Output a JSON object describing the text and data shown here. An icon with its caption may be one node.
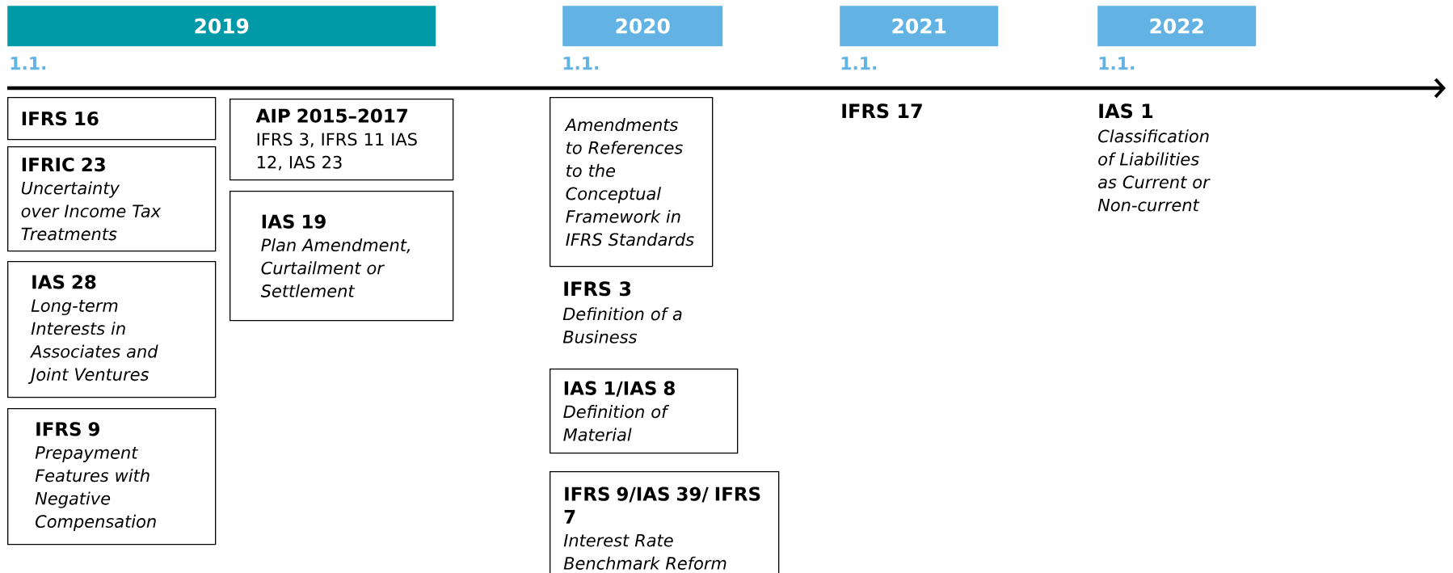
{
  "diagram": {
    "nodes": [
      {
        "text": [
          "2019"
        ],
        "beside": [
          "1.1."
        ]
      },
      {
        "text": [
          "2020"
        ],
        "beside": [
          "1.1."
        ]
      },
      {
        "text": [
          "2021"
        ],
        "beside": [
          "1.1."
        ]
      },
      {
        "text": [
          "2022"
        ],
        "beside": [
          "1.1."
        ]
      },
      {
        "text": [
          "IFRS 16"
        ]
      },
      {
        "text": [
          "IFRIC 23",
          "Uncertainty over Income Tax Treatments"
        ]
      },
      {
        "text": [
          "IAS 28",
          "Long-term Interests in Associates and Joint Ventures"
        ]
      },
      {
        "text": [
          "IFRS 9",
          "Prepayment Features with Negative Compensation"
        ]
      },
      {
        "text": [
          "AIP 2015–2017",
          "IFRS 3, IFRS 11 IAS 12, IAS 23"
        ]
      },
      {
        "text": [
          "IAS 19",
          "Plan Amendment, Curtailment or Settlement"
        ]
      },
      {
        "text": [
          "Amendments to References to the Conceptual Framework in IFRS Standards"
        ]
      },
      {
        "text": [
          "IAS 1/IAS 8",
          "Definition of Material"
        ]
      },
      {
        "text": [
          "IFRS 9/IAS 39/ IFRS 7",
          "Interest Rate Benchmark Reform"
        ]
      }
    ],
    "labels": [
      "IFRS 17",
      "IAS 1",
      "Classification of Liabilities as Current or Non-current",
      "IFRS 3",
      "Definition of a Business"
    ]
  }
}
